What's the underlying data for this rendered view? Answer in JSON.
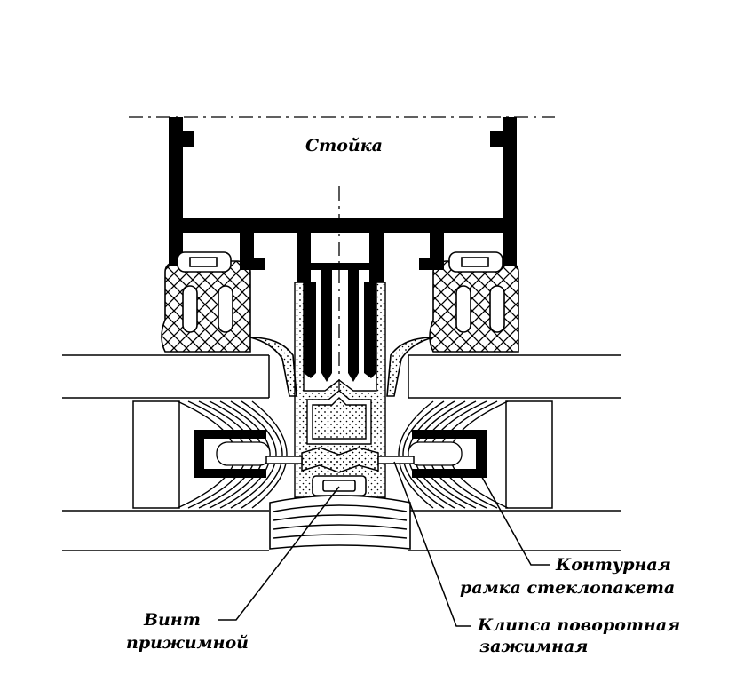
{
  "labels": {
    "stoyka": "Стойка",
    "kontur_line1": "Контурная",
    "kontur_line2": "рамка стеклопакета",
    "klipsa_line1": "Клипса поворотная",
    "klipsa_line2": "зажимная",
    "vint_line1": "Винт",
    "vint_line2": "прижимной"
  },
  "colors": {
    "ink": "#000000",
    "paper": "#ffffff"
  }
}
